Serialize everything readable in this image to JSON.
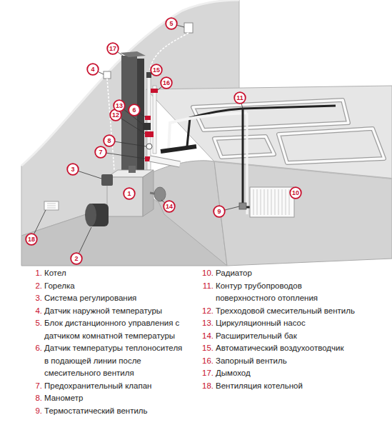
{
  "diagram": {
    "nodes": [
      {
        "text": [
          "1"
        ]
      },
      {
        "text": [
          "2"
        ]
      },
      {
        "text": [
          "3"
        ]
      },
      {
        "text": [
          "4"
        ]
      },
      {
        "text": [
          "5"
        ]
      },
      {
        "text": [
          "6"
        ]
      },
      {
        "text": [
          "7"
        ]
      },
      {
        "text": [
          "8"
        ]
      },
      {
        "text": [
          "9"
        ]
      },
      {
        "text": [
          "10"
        ]
      },
      {
        "text": [
          "11"
        ]
      },
      {
        "text": [
          "12"
        ]
      },
      {
        "text": [
          "13"
        ]
      },
      {
        "text": [
          "14"
        ]
      },
      {
        "text": [
          "15"
        ]
      },
      {
        "text": [
          "16"
        ]
      },
      {
        "text": [
          "17"
        ]
      },
      {
        "text": [
          "18"
        ]
      }
    ],
    "labels": [
      "1.",
      "Котел",
      "2.",
      "Горелка",
      "3.",
      "Система регулирования",
      "4.",
      "Датчик наружной температуры",
      "5.",
      "Блок дистанционного управления с датчиком комнатной температуры",
      "6.",
      "Датчик температуры теплоносителя в подающей линии после смесительного вентиля",
      "7.",
      "Предохранительный клапан",
      "8.",
      "Манометр",
      "9.",
      "Термостатический вентиль",
      "10.",
      "Радиатор",
      "11.",
      "Контур трубопроводов поверхностного отопления",
      "12.",
      "Трехходовой смесительный вентиль",
      "13.",
      "Циркуляционный насос",
      "14.",
      "Расширительный бак",
      "15.",
      "Автоматический воздухоотводчик",
      "16.",
      "Запорный вентиль",
      "17.",
      "Дымоход",
      "18.",
      "Вентиляция котельной"
    ]
  }
}
